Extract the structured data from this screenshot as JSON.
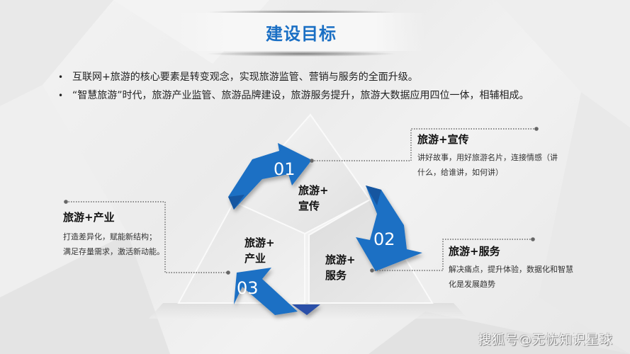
{
  "slide": {
    "title": "建设目标",
    "bullets": [
      {
        "marker": "•",
        "text": "互联网+旅游的核心要素是转变观念，实现旅游监管、营销与服务的全面升级。"
      },
      {
        "marker": "•",
        "text": "“智慧旅游”时代，旅游产业监管、旅游品牌建设，旅游服务提升，旅游大数据应用四位一体，相辅相成。"
      }
    ]
  },
  "cycle": {
    "segments": [
      {
        "number": "01",
        "label_line1": "旅游+",
        "label_line2": "宣传"
      },
      {
        "number": "02",
        "label_line1": "旅游+",
        "label_line2": "服务"
      },
      {
        "number": "03",
        "label_line1": "旅游+",
        "label_line2": "产业"
      }
    ],
    "colors": {
      "arrow": "#1a6fc4",
      "arrow_dark": "#1456a0",
      "arrow_fold": "#2a4fa8"
    }
  },
  "callouts": {
    "promotion": {
      "title": "旅游+宣传",
      "line1": "讲好故事，用好旅游名片，连接情感（讲",
      "line2": "什么，给谁讲，如何讲）"
    },
    "industry": {
      "title": "旅游+产业",
      "line1": "打造差异化，赋能新结构；",
      "line2": "满足存量需求，激活新动能。"
    },
    "service": {
      "title": "旅游+服务",
      "line1": "解决痛点，提升体验，数据化和智慧",
      "line2": "化是发展趋势"
    }
  },
  "watermark": "搜狐号@无忧知识星球"
}
